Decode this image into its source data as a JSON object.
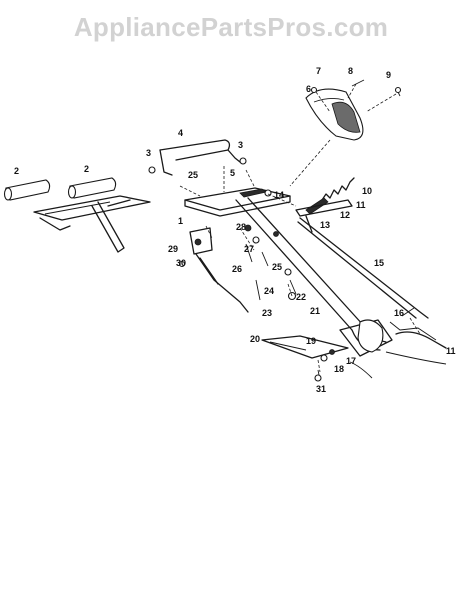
{
  "watermark": "AppliancePartsPros.com",
  "callouts": {
    "c1": "1",
    "c2a": "2",
    "c2b": "2",
    "c3a": "3",
    "c3b": "3",
    "c4": "4",
    "c5": "5",
    "c6": "6",
    "c7": "7",
    "c8": "8",
    "c9": "9",
    "c10": "10",
    "c11a": "11",
    "c11b": "11",
    "c12": "12",
    "c13": "13",
    "c14": "14",
    "c15": "15",
    "c16": "16",
    "c17": "17",
    "c18": "18",
    "c19": "19",
    "c20": "20",
    "c21": "21",
    "c22": "22",
    "c23": "23",
    "c24": "24",
    "c25a": "25",
    "c25b": "25",
    "c26": "26",
    "c27": "27",
    "c28": "28",
    "c29": "29",
    "c30": "30",
    "c31": "31"
  }
}
